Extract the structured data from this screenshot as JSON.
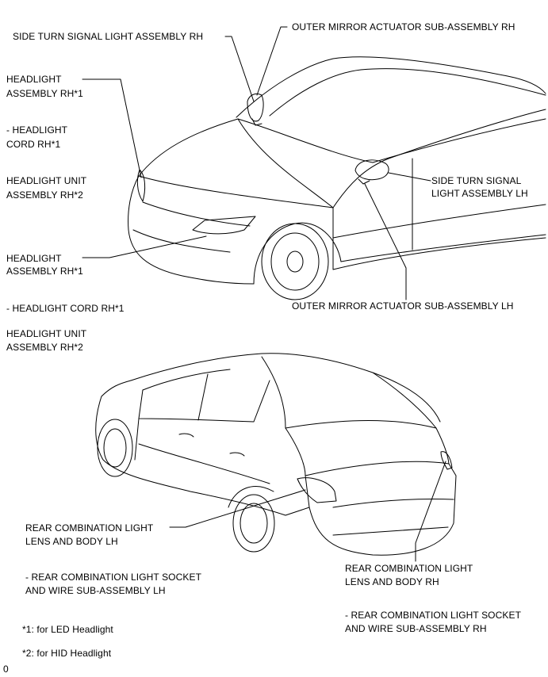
{
  "labels": {
    "side_turn_rh": "SIDE TURN SIGNAL LIGHT ASSEMBLY RH",
    "outer_mirror_rh": "OUTER MIRROR ACTUATOR SUB-ASSEMBLY RH",
    "headlight_top_1": "HEADLIGHT",
    "headlight_top_2": "ASSEMBLY RH*1",
    "cord_top_1": "- HEADLIGHT",
    "cord_top_2": "CORD RH*1",
    "unit_top_1": "HEADLIGHT UNIT",
    "unit_top_2": "ASSEMBLY RH*2",
    "side_turn_lh_1": "SIDE TURN SIGNAL",
    "side_turn_lh_2": "LIGHT ASSEMBLY LH",
    "headlight_mid_1": "HEADLIGHT",
    "headlight_mid_2": "ASSEMBLY RH*1",
    "outer_mirror_lh": "OUTER MIRROR ACTUATOR SUB-ASSEMBLY LH",
    "cord_mid": "- HEADLIGHT CORD RH*1",
    "unit_mid_1": "HEADLIGHT UNIT",
    "unit_mid_2": "ASSEMBLY RH*2",
    "rear_lh_1": "REAR COMBINATION LIGHT",
    "rear_lh_2": "LENS AND BODY LH",
    "rear_lh_socket_1": "- REAR COMBINATION LIGHT SOCKET",
    "rear_lh_socket_2": "AND WIRE SUB-ASSEMBLY LH",
    "rear_rh_1": "REAR COMBINATION LIGHT",
    "rear_rh_2": "LENS AND BODY RH",
    "rear_rh_socket_1": "- REAR COMBINATION LIGHT SOCKET",
    "rear_rh_socket_2": "AND WIRE SUB-ASSEMBLY RH",
    "note1": "*1: for LED Headlight",
    "note2": "*2: for HID Headlight",
    "corner": "0"
  }
}
